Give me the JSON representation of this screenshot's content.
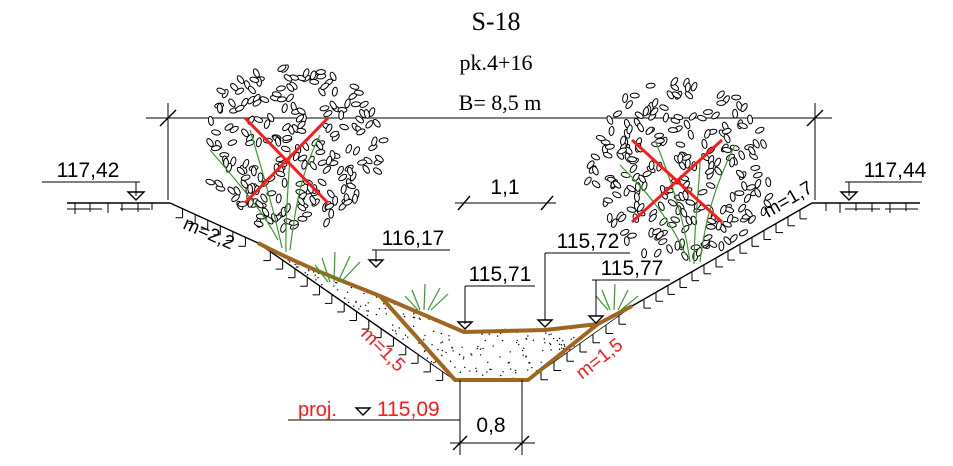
{
  "header": {
    "section_id": "S-18",
    "chainage": "pk.4+16",
    "width": "B= 8,5 m"
  },
  "levels": {
    "left_bank": "117,42",
    "right_bank": "117,44",
    "left_channel": "116,17",
    "center_left": "115,71",
    "center_right": "115,72",
    "right_channel": "115,77"
  },
  "slopes": {
    "left_upper": "m=2,2",
    "right_upper": "m=1,7",
    "left_lower": "m=1,5",
    "right_lower": "m=1,5"
  },
  "dimensions": {
    "channel_width": "1,1",
    "bottom_width": "0,8"
  },
  "project": {
    "label": "proj.",
    "level": "115,09"
  },
  "colors": {
    "earth_line": "#a0651e",
    "removal_cross": "#ff1a1a",
    "project_text": "#ff1a1a",
    "grass": "#2f9e2f"
  }
}
